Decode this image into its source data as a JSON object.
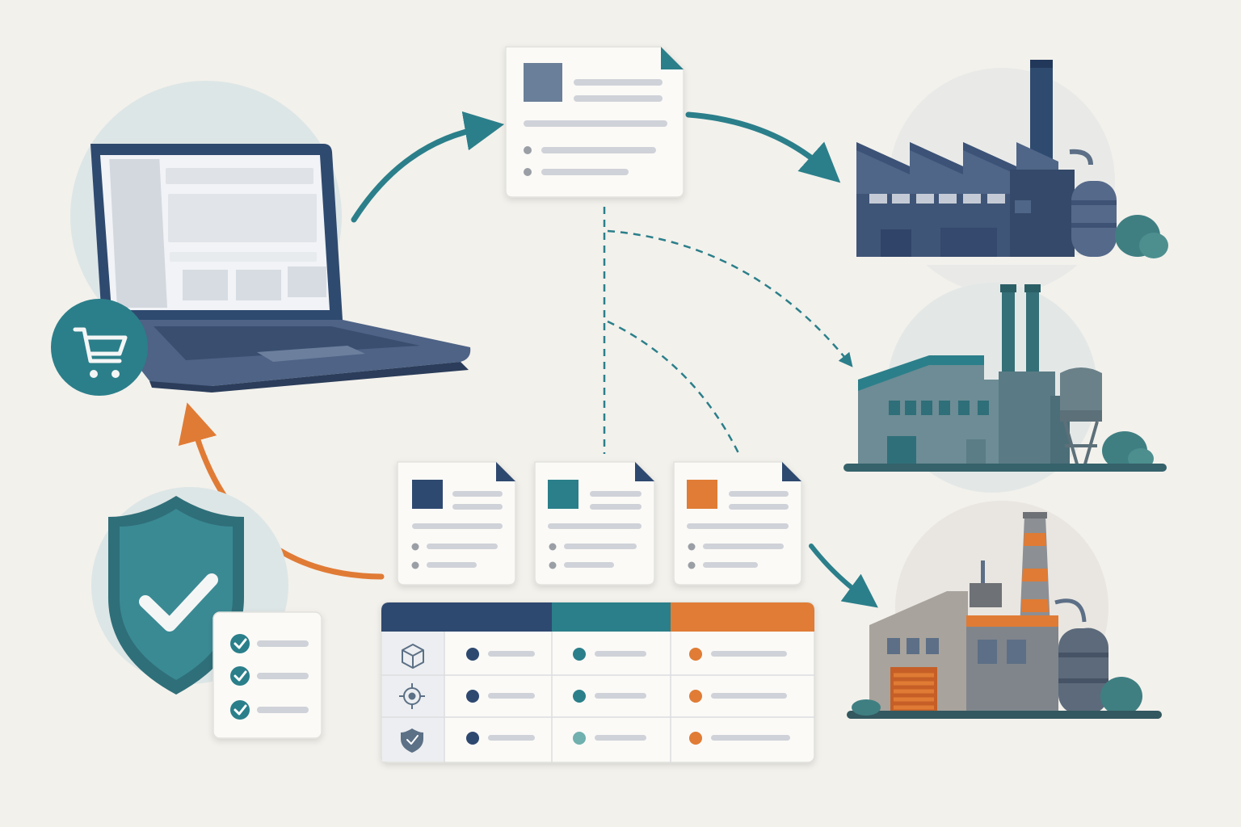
{
  "palette": {
    "background": "#f3f1ec",
    "navy": "#2f4a6f",
    "teal": "#2b7f8a",
    "orange": "#e07b35",
    "slate": "#5c6f86",
    "paper": "#fbfaf7",
    "line": "#cfd2d8",
    "halo": "#dde6e6"
  },
  "nodes": {
    "storefront": {
      "icon": "laptop-icon",
      "badge_icon": "shopping-cart-icon"
    },
    "master_order": {
      "icon": "order-document-icon",
      "accent": "#6b7f99"
    },
    "compliance": {
      "icon": "shield-check-icon",
      "checklist_items": 3
    },
    "supplier_orders": [
      {
        "icon": "order-document-icon",
        "accent": "#2f4a6f"
      },
      {
        "icon": "order-document-icon",
        "accent": "#2b7f8a"
      },
      {
        "icon": "order-document-icon",
        "accent": "#e07b35"
      }
    ],
    "factories": [
      {
        "icon": "factory-navy-icon",
        "accent": "#2f4a6f"
      },
      {
        "icon": "factory-teal-icon",
        "accent": "#2b7f8a"
      },
      {
        "icon": "factory-orange-icon",
        "accent": "#e07b35"
      }
    ]
  },
  "matrix": {
    "column_colors": [
      "#2f4a6f",
      "#2b7f8a",
      "#e07b35"
    ],
    "rows": [
      {
        "icon": "package-icon",
        "dots": [
          "#2f4a6f",
          "#2b7f8a",
          "#e07b35"
        ]
      },
      {
        "icon": "target-icon",
        "dots": [
          "#2f4a6f",
          "#2b7f8a",
          "#e07b35"
        ]
      },
      {
        "icon": "shield-icon",
        "dots": [
          "#2f4a6f",
          "#6fb0ae",
          "#e07b35"
        ]
      }
    ]
  },
  "edges": [
    {
      "from": "storefront",
      "to": "master_order",
      "style": "solid",
      "color": "#2b7f8a"
    },
    {
      "from": "master_order",
      "to": "factory-1",
      "style": "solid",
      "color": "#2b7f8a"
    },
    {
      "from": "master_order",
      "to": "factory-2",
      "style": "dashed",
      "color": "#2b7f8a"
    },
    {
      "from": "master_order",
      "to": "supplier_orders",
      "style": "dashed",
      "color": "#2b7f8a"
    },
    {
      "from": "supplier-order-3",
      "to": "factory-3",
      "style": "solid",
      "color": "#2b7f8a"
    },
    {
      "from": "supplier_orders",
      "to": "storefront",
      "style": "solid",
      "color": "#e07b35"
    }
  ]
}
